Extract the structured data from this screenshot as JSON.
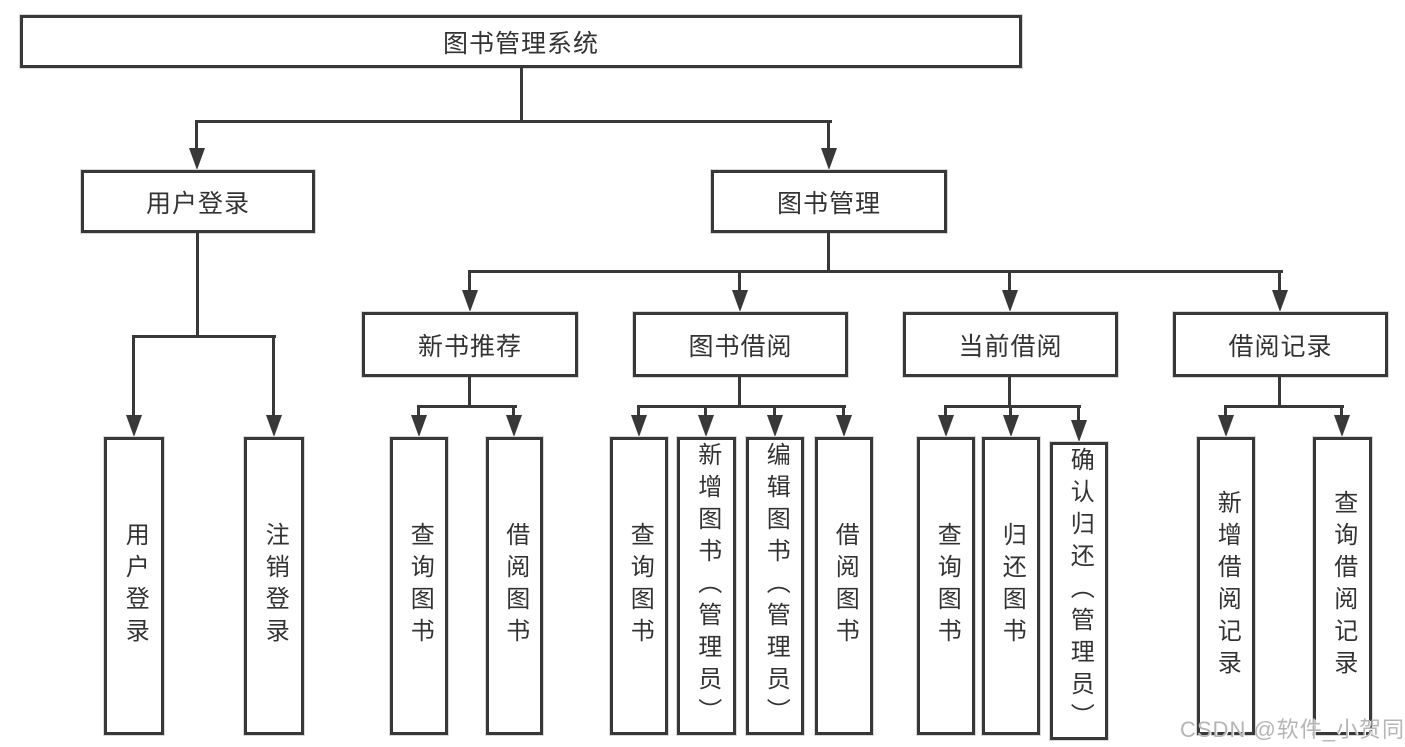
{
  "tree": {
    "root": {
      "label": "图书管理系统"
    },
    "level2": [
      {
        "label": "用户登录"
      },
      {
        "label": "图书管理"
      }
    ],
    "level3": [
      {
        "label": "新书推荐"
      },
      {
        "label": "图书借阅"
      },
      {
        "label": "当前借阅"
      },
      {
        "label": "借阅记录"
      }
    ],
    "leaves": {
      "user_login": [
        {
          "label": "用户登录"
        },
        {
          "label": "注销登录"
        }
      ],
      "new_book_recommend": [
        {
          "label": "查询图书"
        },
        {
          "label": "借阅图书"
        }
      ],
      "book_borrow": [
        {
          "label": "查询图书"
        },
        {
          "label": "新增图书（管理员）"
        },
        {
          "label": "编辑图书（管理员）"
        },
        {
          "label": "借阅图书"
        }
      ],
      "current_borrow": [
        {
          "label": "查询图书"
        },
        {
          "label": "归还图书"
        },
        {
          "label": "确认归还（管理员）"
        }
      ],
      "borrow_records": [
        {
          "label": "新增借阅记录"
        },
        {
          "label": "查询借阅记录"
        }
      ]
    }
  },
  "watermark": {
    "text": "CSDN @软件_小贺同学"
  },
  "colors": {
    "line": "#383838",
    "box_border": "#383838",
    "text": "#333333",
    "watermark": "#b5b5b5",
    "background": "#ffffff"
  }
}
